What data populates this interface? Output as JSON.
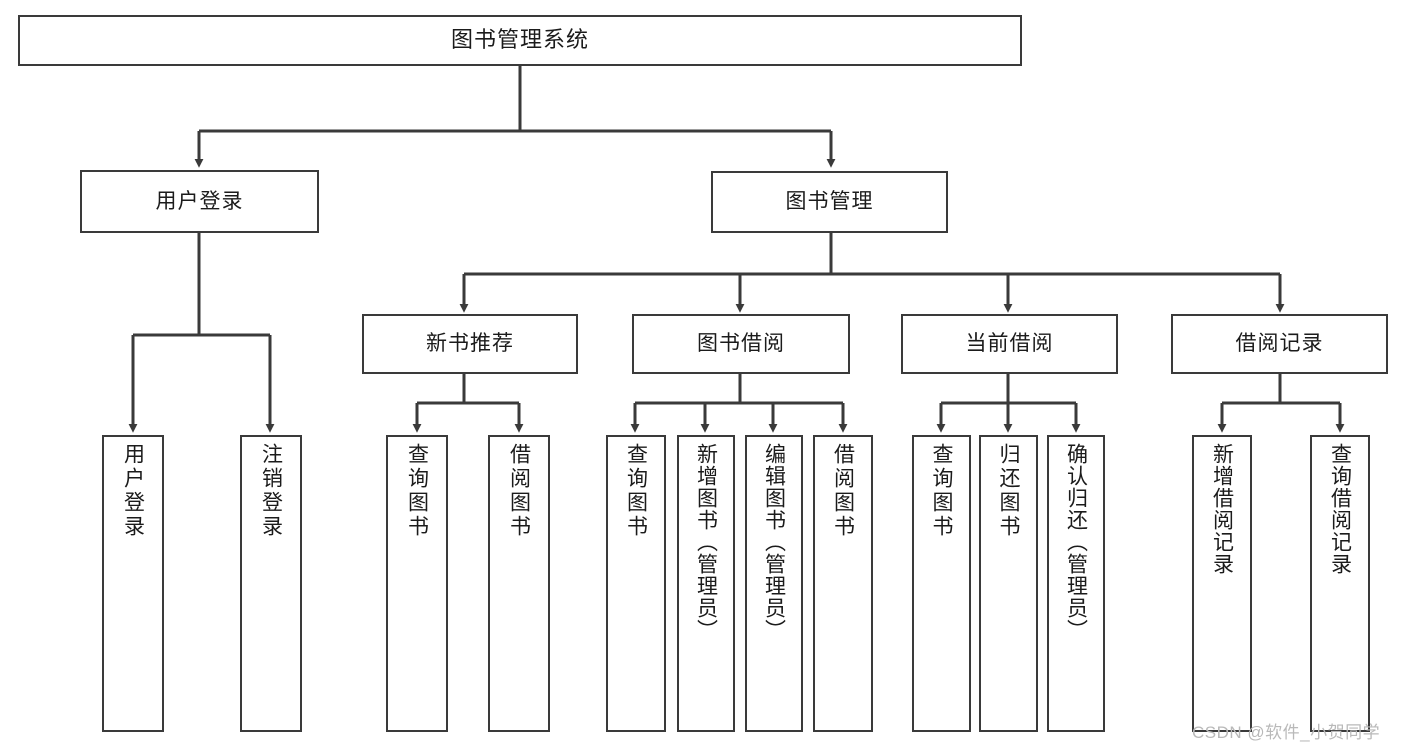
{
  "diagram": {
    "title": "图书管理系统",
    "type": "function-structure-tree",
    "levels": 4,
    "stroke_color": "#3a3a3a",
    "text_color": "#1b1b1b",
    "background_color": "#ffffff"
  },
  "nodes": {
    "root": {
      "label": "图书管理系统"
    },
    "level1": [
      {
        "label": "用户登录"
      },
      {
        "label": "图书管理"
      }
    ],
    "level2": [
      {
        "label": "新书推荐"
      },
      {
        "label": "图书借阅"
      },
      {
        "label": "当前借阅"
      },
      {
        "label": "借阅记录"
      }
    ],
    "leaves_user_login": [
      {
        "label": "用户登录"
      },
      {
        "label": "注销登录"
      }
    ],
    "leaves_new_book": [
      {
        "label": "查询图书"
      },
      {
        "label": "借阅图书"
      }
    ],
    "leaves_borrow": [
      {
        "label": "查询图书"
      },
      {
        "label": "新增图书（管理员）"
      },
      {
        "label": "编辑图书（管理员）"
      },
      {
        "label": "借阅图书"
      }
    ],
    "leaves_current": [
      {
        "label": "查询图书"
      },
      {
        "label": "归还图书"
      },
      {
        "label": "确认归还（管理员）"
      }
    ],
    "leaves_records": [
      {
        "label": "新增借阅记录"
      },
      {
        "label": "查询借阅记录"
      }
    ]
  },
  "watermark": {
    "text": "CSDN @软件_小贺同学"
  }
}
